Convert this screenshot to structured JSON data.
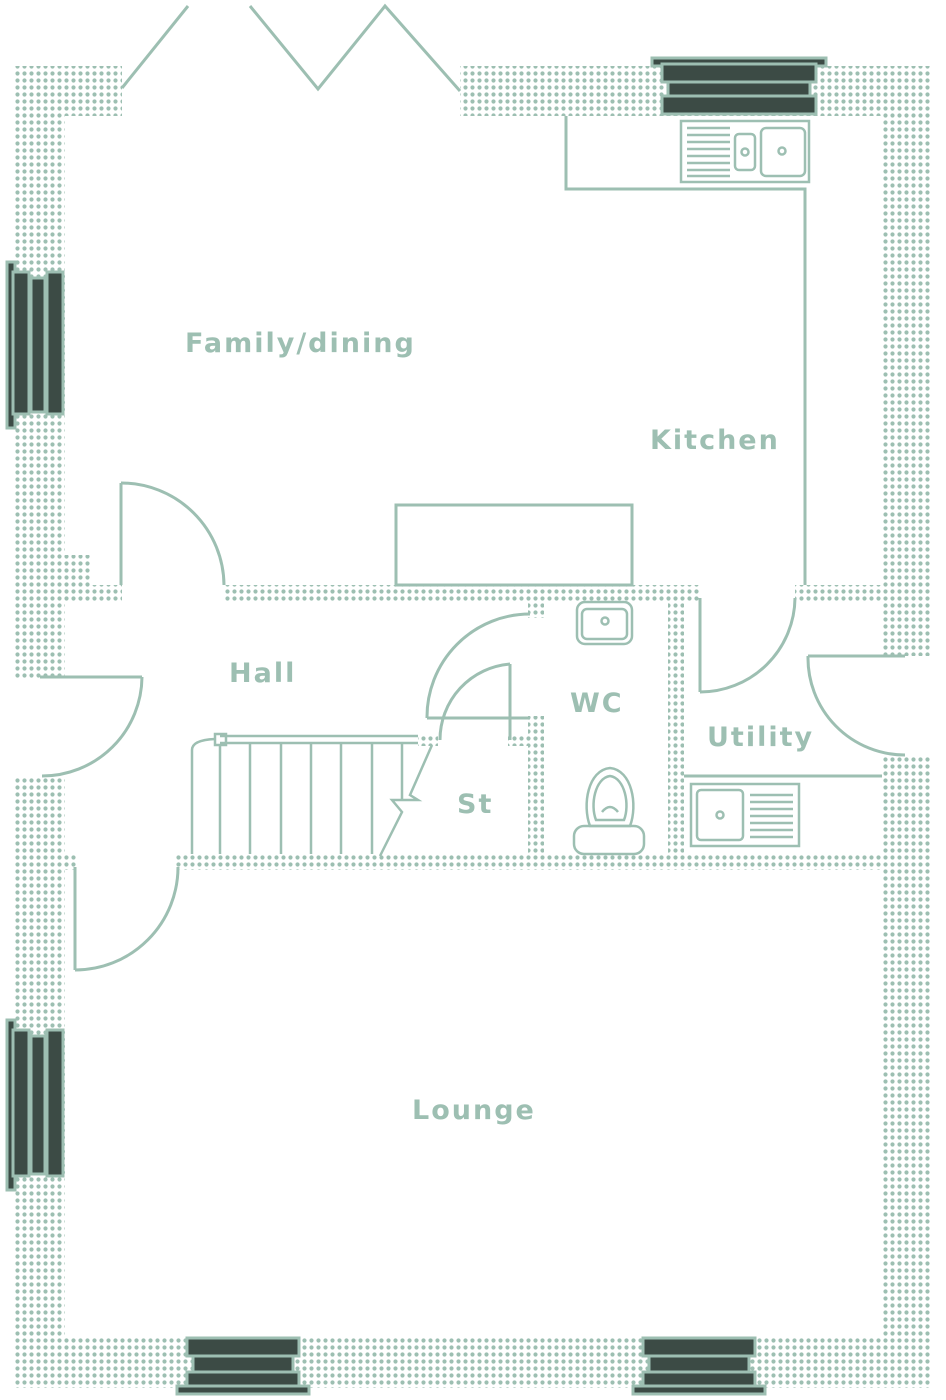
{
  "plan": {
    "title": "Ground floor plan",
    "colors": {
      "line": "#9dbfb2",
      "wall_dots": "#9dbfb2",
      "window_fill": "#3c4b45",
      "background": "#ffffff"
    },
    "rooms": {
      "family_dining": "Family/dining",
      "kitchen": "Kitchen",
      "hall": "Hall",
      "wc": "WC",
      "st": "St",
      "utility": "Utility",
      "lounge": "Lounge"
    }
  }
}
